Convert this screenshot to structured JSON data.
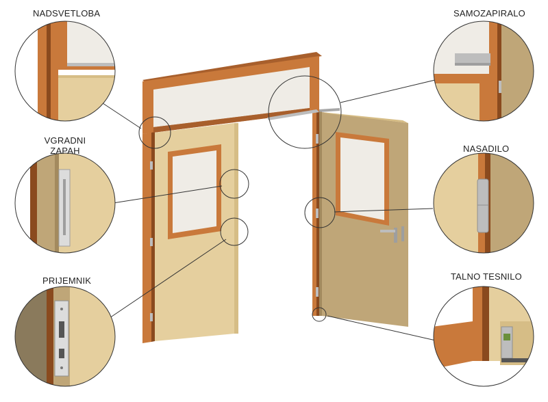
{
  "labels": {
    "nadsvetloba": "NADSVETLOBA",
    "samozapiralo": "SAMOZAPIRALO",
    "vgradni_zapah_1": "VGRADNI",
    "vgradni_zapah_2": "ZAPAH",
    "nasadilo": "NASADILO",
    "prijemnik": "PRIJEMNIK",
    "talno_tesnilo": "TALNO TESNILO"
  },
  "colors": {
    "frame_wood": "#c9793b",
    "frame_dark": "#8a4a1e",
    "door_panel": "#e5cf9e",
    "door_panel_shade": "#d6bd86",
    "open_leaf": "#bfa678",
    "glass": "#efece6",
    "metal": "#bdbdbd",
    "line": "#333333"
  }
}
